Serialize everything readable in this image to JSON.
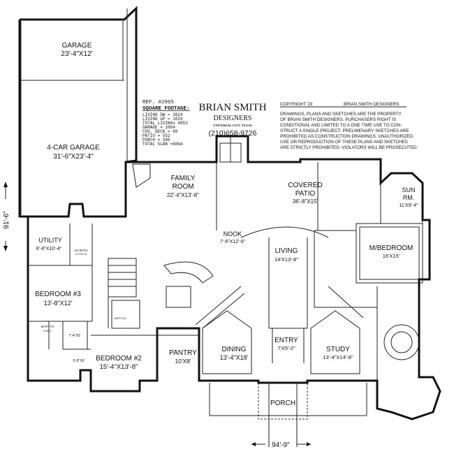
{
  "title_block": {
    "ref": "REF. #2965",
    "sqft_heading": "SQUARE FOOTAGE:",
    "sqft_rows": [
      "LIVING DW = 3824",
      "LIVING UP = 1029",
      "TOTAL LIVING= 4853",
      "GARAGE = 1064",
      "COV. DECK = 89",
      "PATIO = 552",
      "PORCH = 306",
      "TOTAL SLAB =6864"
    ],
    "firm_name": "BRIAN SMITH",
    "firm_sub": "DESIGNERS",
    "location": "UNIVERSAL CITY, TEXAS",
    "phone": "(210)658-9726"
  },
  "copyright": {
    "heading": "COPYRIGHT 19",
    "heading_firm": "BRIAN SMITH DESIGNERS",
    "lines": [
      "DRAWINGS, PLANS AND SKETCHES ARE THE PROPERTY",
      "OF BRIAN SMITH DESIGNERS. PURCHASERS RIGHT IS",
      "CONDITIONAL AND LIMITED TO A ONE TIME USE TO CON-",
      "STRUCT A SINGLE PROJECT. PRELIMENARY SKETCHES ARE",
      "PROHIBITED AS CONSTRUCTION DRAWINGS. UNAUTHORIZED",
      "USE OR REPRODUCTION OF THESE PLANS AND SKETCHES",
      "ARE STRICTLY PROHIBITED. VIOLATORS WILL BE PROSECUTED."
    ]
  },
  "rooms": {
    "garage": {
      "name": "GARAGE",
      "size": "23'-4\"X12'"
    },
    "four_car_garage": {
      "name": "4-CAR GARAGE",
      "size": "31'-6\"X23'-4\""
    },
    "family_room": {
      "name": "FAMILY",
      "name2": "ROOM",
      "size": "22'-4\"X13'-8\""
    },
    "covered_patio": {
      "name": "COVERED",
      "name2": "PATIO",
      "size": "36'-8\"X15'"
    },
    "sun_room": {
      "name": "SUN",
      "name2": "RM.",
      "size": "11'X9'-4\""
    },
    "utility": {
      "name": "UTILITY",
      "size": "8'-8\"X10'-4\""
    },
    "half_bath": {
      "name": "1/2 BATH",
      "size": "6'-2\"X4'-8\""
    },
    "nook": {
      "name": "NOOK",
      "size": "7'-6\"X12'-6\""
    },
    "living": {
      "name": "LIVING",
      "size": "14'X13'-8\""
    },
    "master_bedroom": {
      "name": "M/BEDROOM",
      "size": "16'X15'"
    },
    "bedroom3": {
      "name": "BEDROOM #3",
      "size": "13'-8\"X12'"
    },
    "bath4": {
      "name": "BATH #4",
      "size": "6'X6'-4\""
    },
    "closet1": {
      "size": "7'-4\"X5'"
    },
    "closet2": {
      "size": "5'-8\"X6'"
    },
    "bath3": {
      "name": "BATH #3"
    },
    "bedroom2": {
      "name": "BEDROOM #2",
      "size": "15'-4\"X13'-8\""
    },
    "pantry": {
      "name": "PANTRY",
      "size": "10'X8'"
    },
    "dining": {
      "name": "DINING",
      "size": "13'-4\"X18'"
    },
    "entry": {
      "name": "ENTRY",
      "size": "7'X5'-2\""
    },
    "study": {
      "name": "STUDY",
      "size": "13'-4\"X14'-8\""
    },
    "porch": {
      "name": "PORCH"
    }
  },
  "dimensions": {
    "width": "94'-9\"",
    "depth": "91'-6\""
  }
}
